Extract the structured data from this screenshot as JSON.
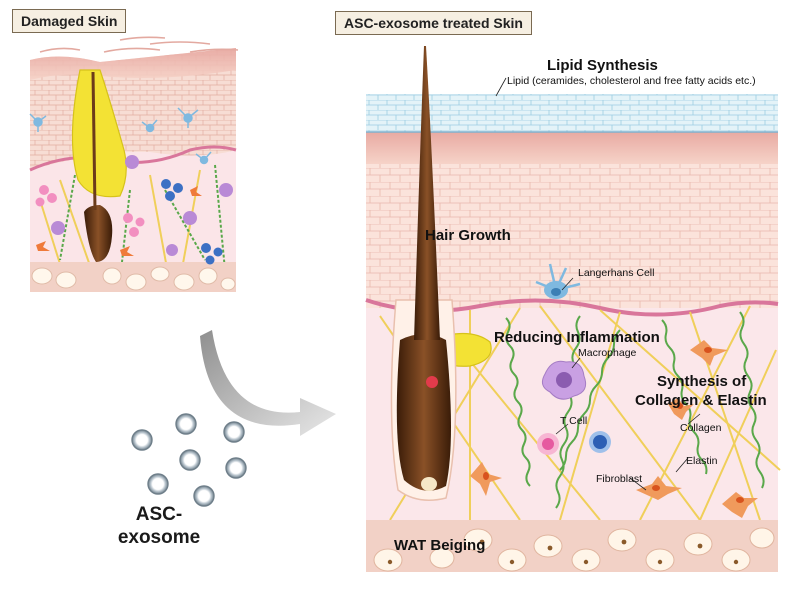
{
  "panels": {
    "damaged_title": "Damaged Skin",
    "treated_title": "ASC-exosome treated Skin"
  },
  "labels": {
    "lipid_synthesis": "Lipid Synthesis",
    "lipid_detail": "Lipid (ceramides, cholesterol and free fatty acids etc.)",
    "hair_growth": "Hair Growth",
    "langerhans": "Langerhans Cell",
    "reducing_inflammation": "Reducing Inflammation",
    "macrophage": "Macrophage",
    "synthesis_line1": "Synthesis of",
    "synthesis_line2": "Collagen & Elastin",
    "collagen": "Collagen",
    "t_cell": "T Cell",
    "elastin": "Elastin",
    "fibroblast": "Fibroblast",
    "wat_beiging": "WAT Beiging"
  },
  "exosome": {
    "label_line1": "ASC-",
    "label_line2": "exosome"
  },
  "colors": {
    "lipid_layer": "#dff0f7",
    "epidermis": "#f7d9cf",
    "basement_membrane": "#d9769b",
    "dermis": "#fbe7ea",
    "fat": "#f2d1c6",
    "hair": "#6b3b1a",
    "sebaceous": "#f3e234",
    "collagen_fiber": "#f0cf5a",
    "elastin_fiber": "#5aa84a",
    "macrophage": "#b98ad6",
    "t_cell": "#f28fc0",
    "b_cell": "#3c70c4",
    "fibroblast": "#ef7a3a",
    "langerhans": "#7fb9e0"
  }
}
